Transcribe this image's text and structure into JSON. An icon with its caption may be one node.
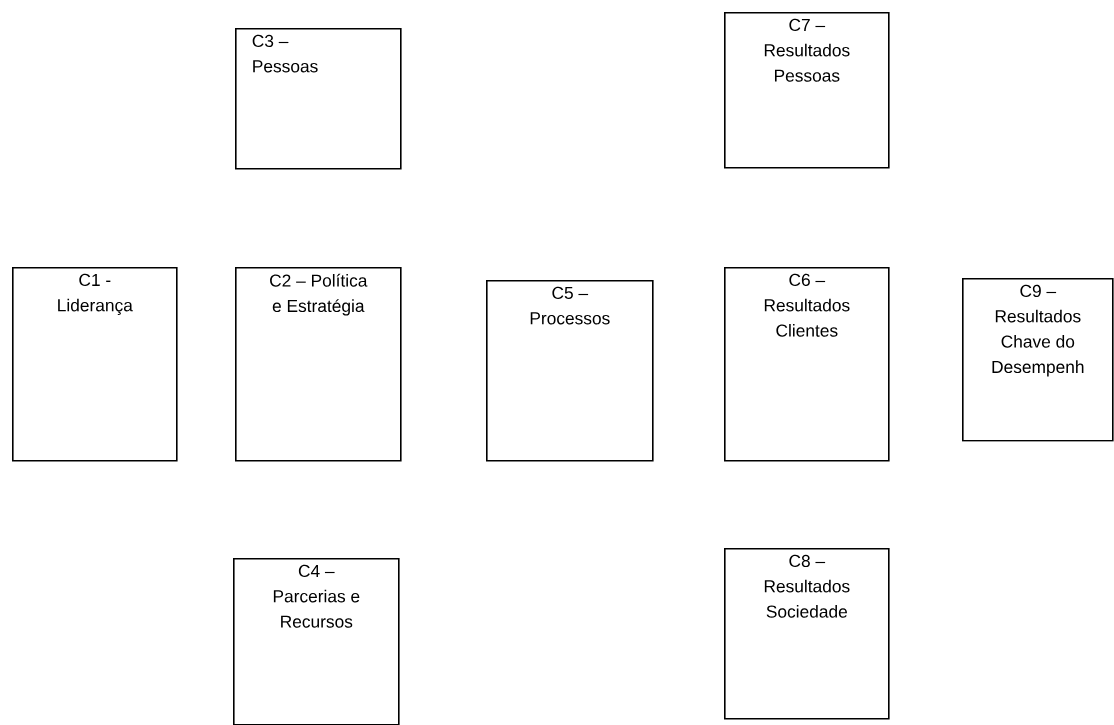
{
  "diagram": {
    "nodes": [
      {
        "text": [
          "C3 – Pessoas"
        ]
      },
      {
        "text": [
          "C7 – Resultados Pessoas"
        ]
      },
      {
        "text": [
          "C1 - Liderança"
        ]
      },
      {
        "text": [
          "C2 – Política e Estratégia"
        ]
      },
      {
        "text": [
          "C5 – Processos"
        ]
      },
      {
        "text": [
          "C6 – Resultados Clientes"
        ]
      },
      {
        "text": [
          "C9 – Resultados Chave do Desempenh"
        ]
      },
      {
        "text": [
          "C4 – Parcerias e Recursos"
        ]
      },
      {
        "text": [
          "C8 – Resultados Sociedade"
        ]
      }
    ]
  }
}
